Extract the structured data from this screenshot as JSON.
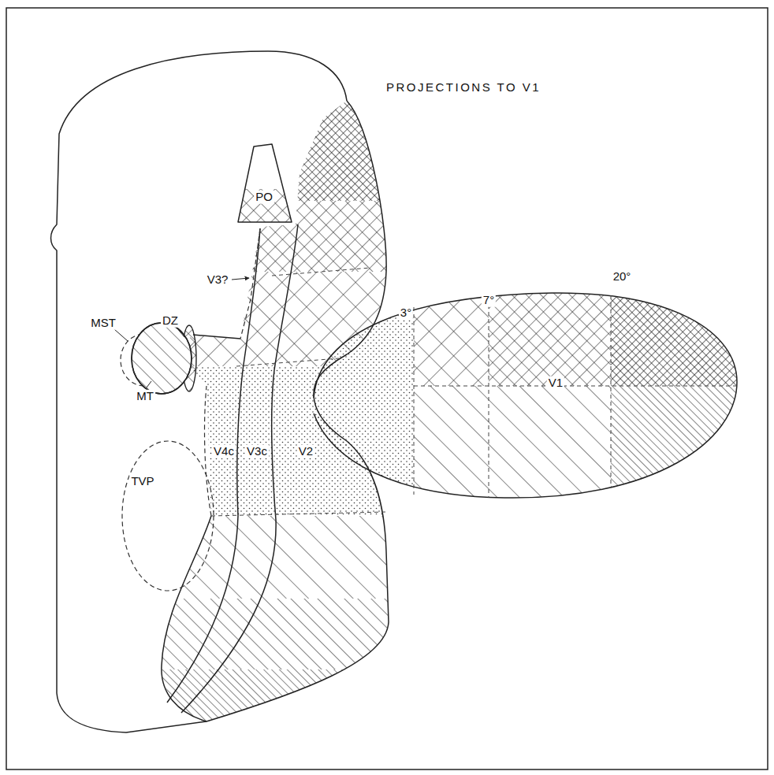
{
  "diagram": {
    "title": "PROJECTIONS TO V1",
    "labels": [
      "PO",
      "V3?",
      "MST",
      "DZ",
      "MT",
      "V4c",
      "V3c",
      "V2",
      "TVP",
      "3°",
      "7°",
      "20°",
      "V1"
    ]
  }
}
